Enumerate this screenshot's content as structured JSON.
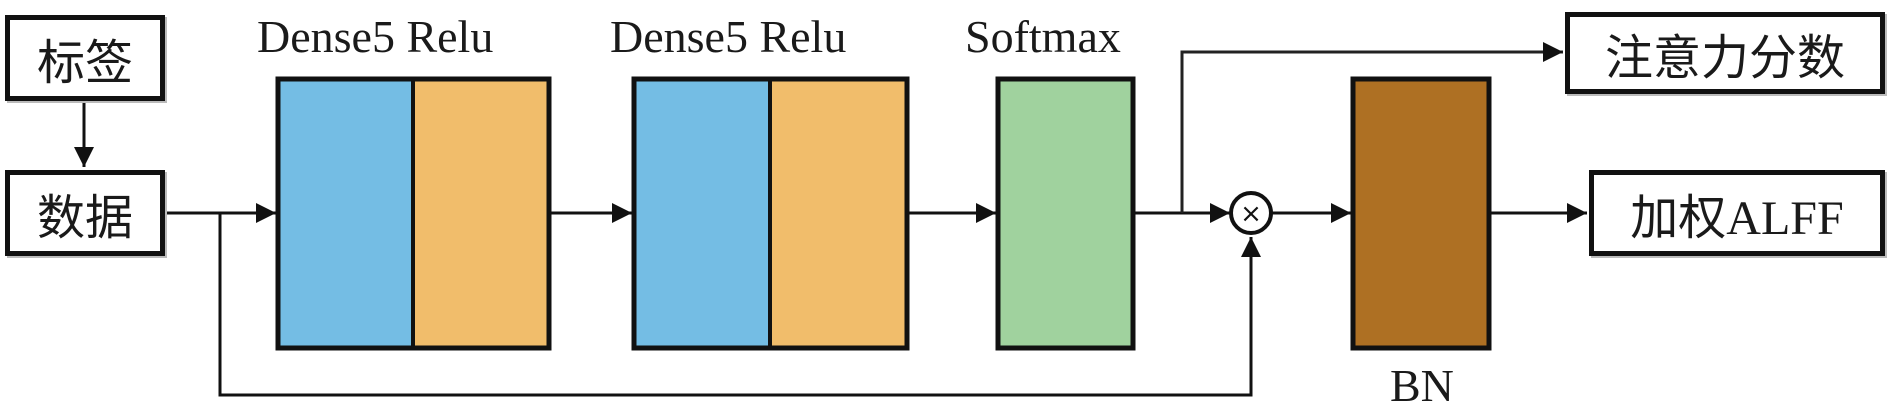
{
  "inputs": {
    "label_box": "标签",
    "data_box": "数据"
  },
  "layers": {
    "dense1_label": "Dense5 Relu",
    "dense2_label": "Dense5 Relu",
    "softmax_label": "Softmax",
    "bn_label": "BN"
  },
  "outputs": {
    "attention_score": "注意力分数",
    "weighted_alff": "加权ALFF"
  },
  "operators": {
    "multiply_symbol": "×"
  },
  "colors": {
    "dense_blue": "#74bde4",
    "relu_orange": "#f1bd6b",
    "softmax_green": "#a0d29e",
    "bn_brown": "#ae7023"
  }
}
